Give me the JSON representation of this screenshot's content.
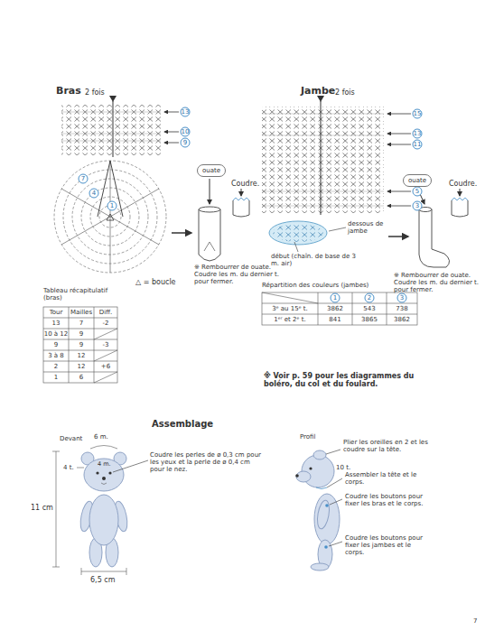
{
  "diagram": {
    "nodes": [
      {
        "text": [
          "ouate"
        ]
      },
      {
        "text": [
          "ouate"
        ]
      }
    ],
    "labels": [
      "Bras",
      "2 fois",
      "13",
      "10",
      "9",
      "7",
      "4",
      "1",
      "Coudre.",
      "※ Rembourrer de ouate. Coudre les m. du dernier t. pour fermer.",
      "△ = boucle",
      "Tableau récapitulatif (bras)",
      "Tour",
      "Mailles",
      "Diff.",
      "13",
      "7",
      "-2",
      "10 à 12",
      "9",
      "9",
      "9",
      "-3",
      "3 à 8",
      "12",
      "2",
      "12",
      "+6",
      "1",
      "6",
      "Jambe",
      "2 fois",
      "15",
      "13",
      "11",
      "5",
      "3",
      "Coudre.",
      "dessous de jambe",
      "début (chaîn. de base de 3 m. air)",
      "※ Rembourrer de ouate. Coudre les m. du dernier t. pour fermer.",
      "Répartition des couleurs (jambes)",
      "1",
      "2",
      "3",
      "3ᵉ au 15ᵉ t.",
      "3862",
      "543",
      "738",
      "1ᵉʳ et 2ᵉ t.",
      "841",
      "3865",
      "3862",
      "※ Voir p. 59 pour les diagrammes du boléro, du col et du foulard.",
      "Assemblage",
      "Devant",
      "6 m.",
      "4 m.",
      "4 t.",
      "11 cm",
      "6,5 cm",
      "Coudre les perles de ø 0,3 cm pour les yeux et la perle de ø 0,4 cm pour le nez.",
      "Profil",
      "Plier les oreilles en 2 et les coudre sur la tête.",
      "10 t.",
      "Assembler la tête et le corps.",
      "Coudre les boutons pour fixer les bras et le corps.",
      "Coudre les boutons pour fixer les jambes et le corps.",
      "7"
    ]
  }
}
